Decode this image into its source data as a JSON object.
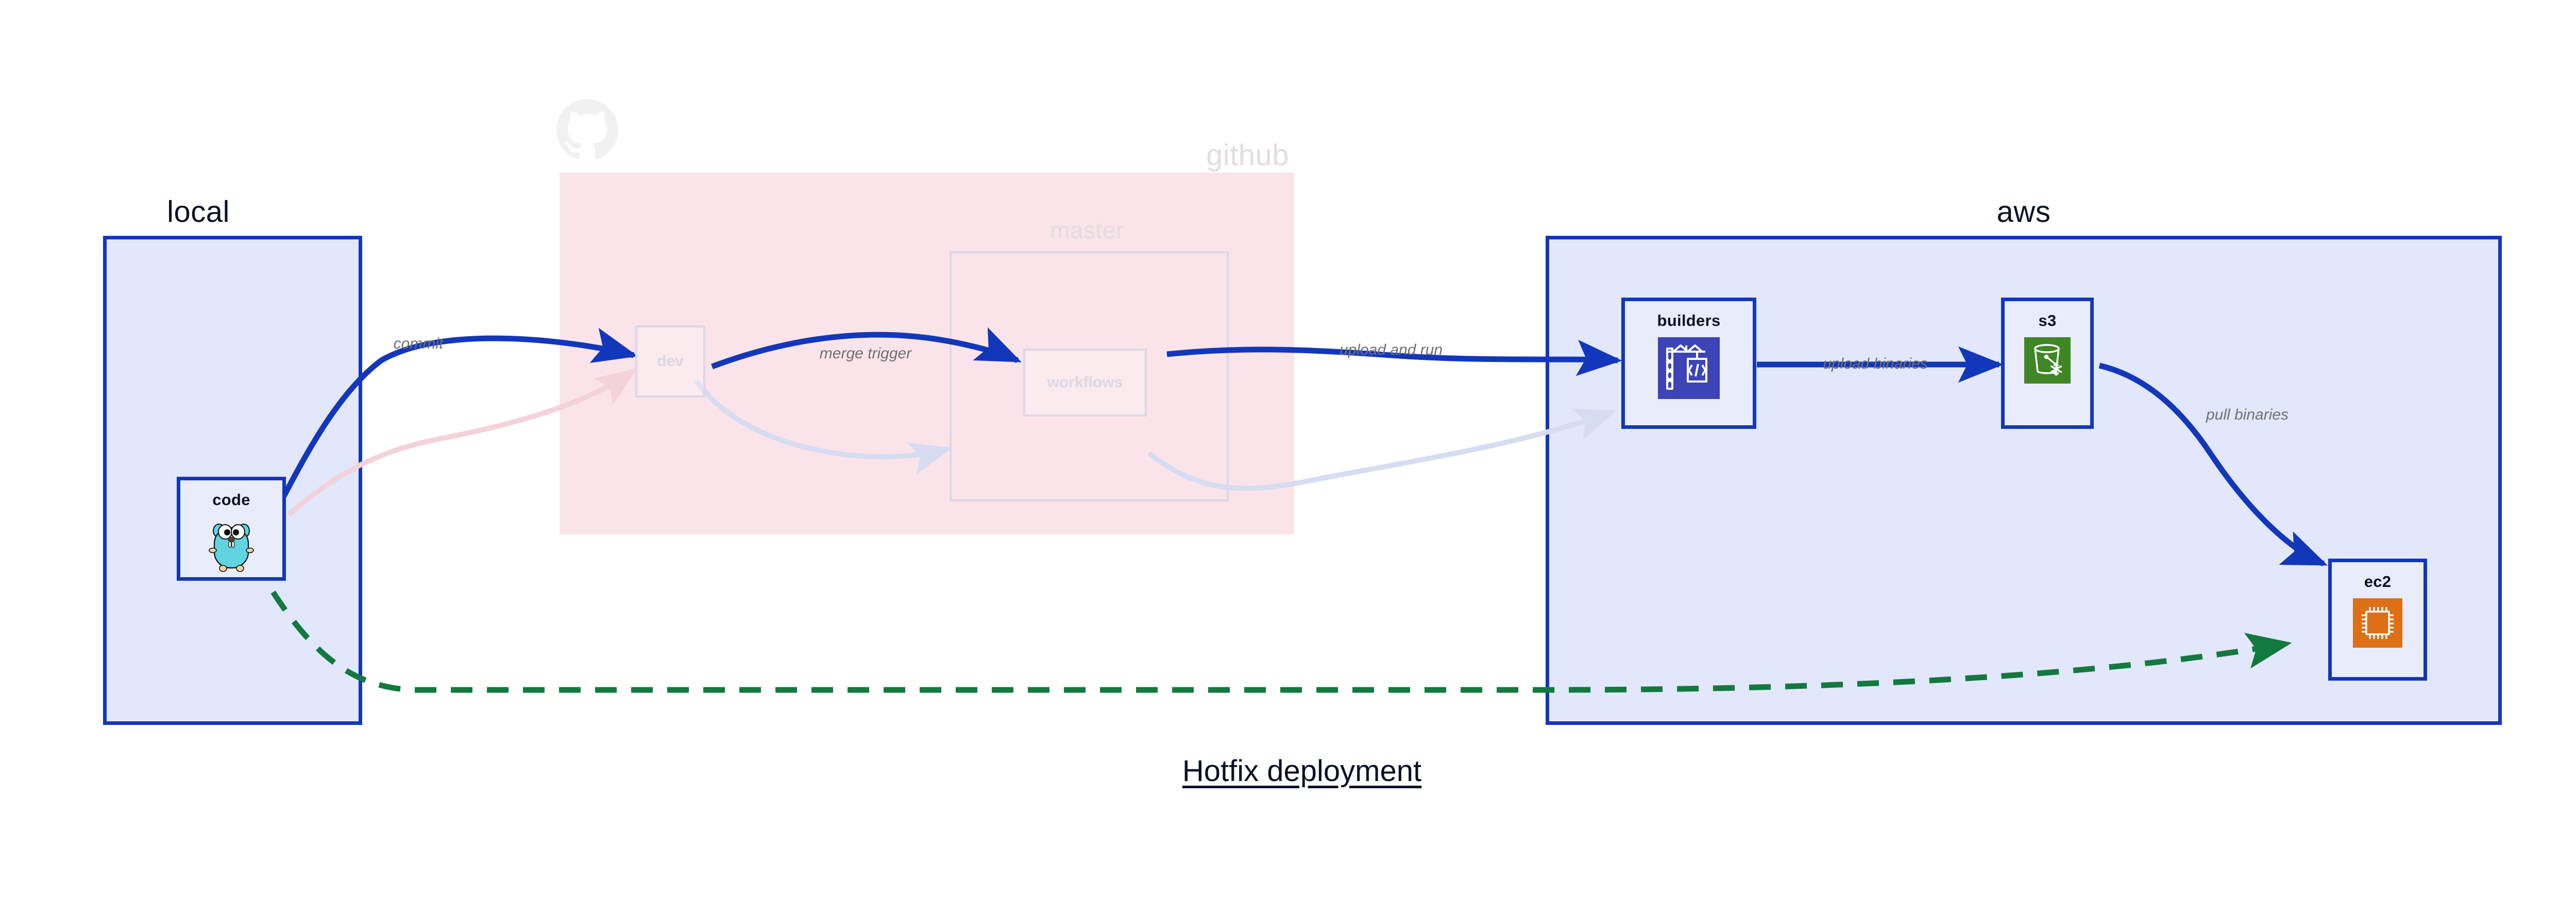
{
  "diagram": {
    "caption": "Hotfix deployment",
    "colors": {
      "blue_border": "#1237bb",
      "blue_fill": "#e2e7fb",
      "node_fill": "#e9edfb",
      "pink_fill": "#fae4e9",
      "dim_text": "#ded7e3",
      "label_text": "#6f6f76",
      "green_dash": "#12793f",
      "s3_green": "#3f8624",
      "ec2_orange": "#dd7017",
      "builders_indigo": "#3c44b8",
      "gopher_cyan": "#61d4e2"
    },
    "groups": [
      {
        "id": "local",
        "label": "local",
        "style": "solid-blue"
      },
      {
        "id": "github",
        "label": "github",
        "style": "faded-pink"
      },
      {
        "id": "aws",
        "label": "aws",
        "style": "solid-blue"
      }
    ],
    "subgroups": [
      {
        "id": "master",
        "label": "master",
        "parent": "github",
        "style": "faded"
      }
    ],
    "nodes": [
      {
        "id": "code",
        "label": "code",
        "icon": "go-gopher-icon",
        "group": "local",
        "state": "active"
      },
      {
        "id": "dev",
        "label": "dev",
        "icon": "none",
        "group": "github",
        "state": "dimmed"
      },
      {
        "id": "workflows",
        "label": "workflows",
        "icon": "none",
        "group": "master",
        "state": "dimmed"
      },
      {
        "id": "builders",
        "label": "builders",
        "icon": "aws-codebuild-crane-icon",
        "group": "aws",
        "state": "active"
      },
      {
        "id": "s3",
        "label": "s3",
        "icon": "aws-s3-bucket-icon",
        "group": "aws",
        "state": "active"
      },
      {
        "id": "ec2",
        "label": "ec2",
        "icon": "aws-ec2-chip-icon",
        "group": "aws",
        "state": "active"
      }
    ],
    "edges": [
      {
        "id": "commit",
        "from": "code",
        "to": "dev",
        "label": "commit",
        "style": "solid-blue"
      },
      {
        "id": "merge-trigger",
        "from": "dev",
        "to": "workflows",
        "label": "merge trigger",
        "style": "solid-blue"
      },
      {
        "id": "upload-and-run",
        "from": "workflows",
        "to": "builders",
        "label": "upload and run",
        "style": "solid-blue"
      },
      {
        "id": "upload-binaries",
        "from": "builders",
        "to": "s3",
        "label": "upload binaries",
        "style": "solid-blue"
      },
      {
        "id": "pull-binaries",
        "from": "s3",
        "to": "ec2",
        "label": "pull binaries",
        "style": "solid-blue"
      },
      {
        "id": "hotfix-direct",
        "from": "code",
        "to": "ec2",
        "label": "",
        "style": "dashed-green"
      },
      {
        "id": "ghost-commit",
        "from": "code",
        "to": "dev",
        "label": "",
        "style": "faded-pink"
      },
      {
        "id": "ghost-merge",
        "from": "dev",
        "to": "workflows",
        "label": "",
        "style": "faded-lilac"
      },
      {
        "id": "ghost-upload",
        "from": "workflows",
        "to": "builders",
        "label": "",
        "style": "faded-lilac"
      }
    ]
  }
}
